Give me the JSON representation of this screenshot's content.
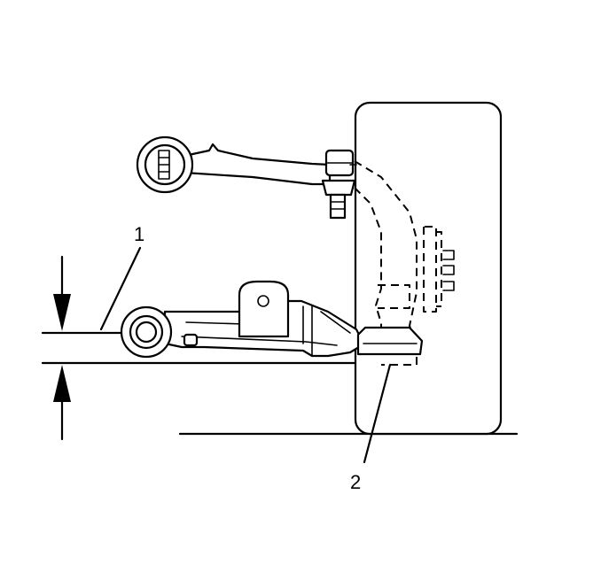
{
  "diagram": {
    "callouts": [
      {
        "id": "1",
        "label": "1"
      },
      {
        "id": "2",
        "label": "2"
      }
    ],
    "style": {
      "line_color": "#000000",
      "background": "#ffffff"
    }
  }
}
